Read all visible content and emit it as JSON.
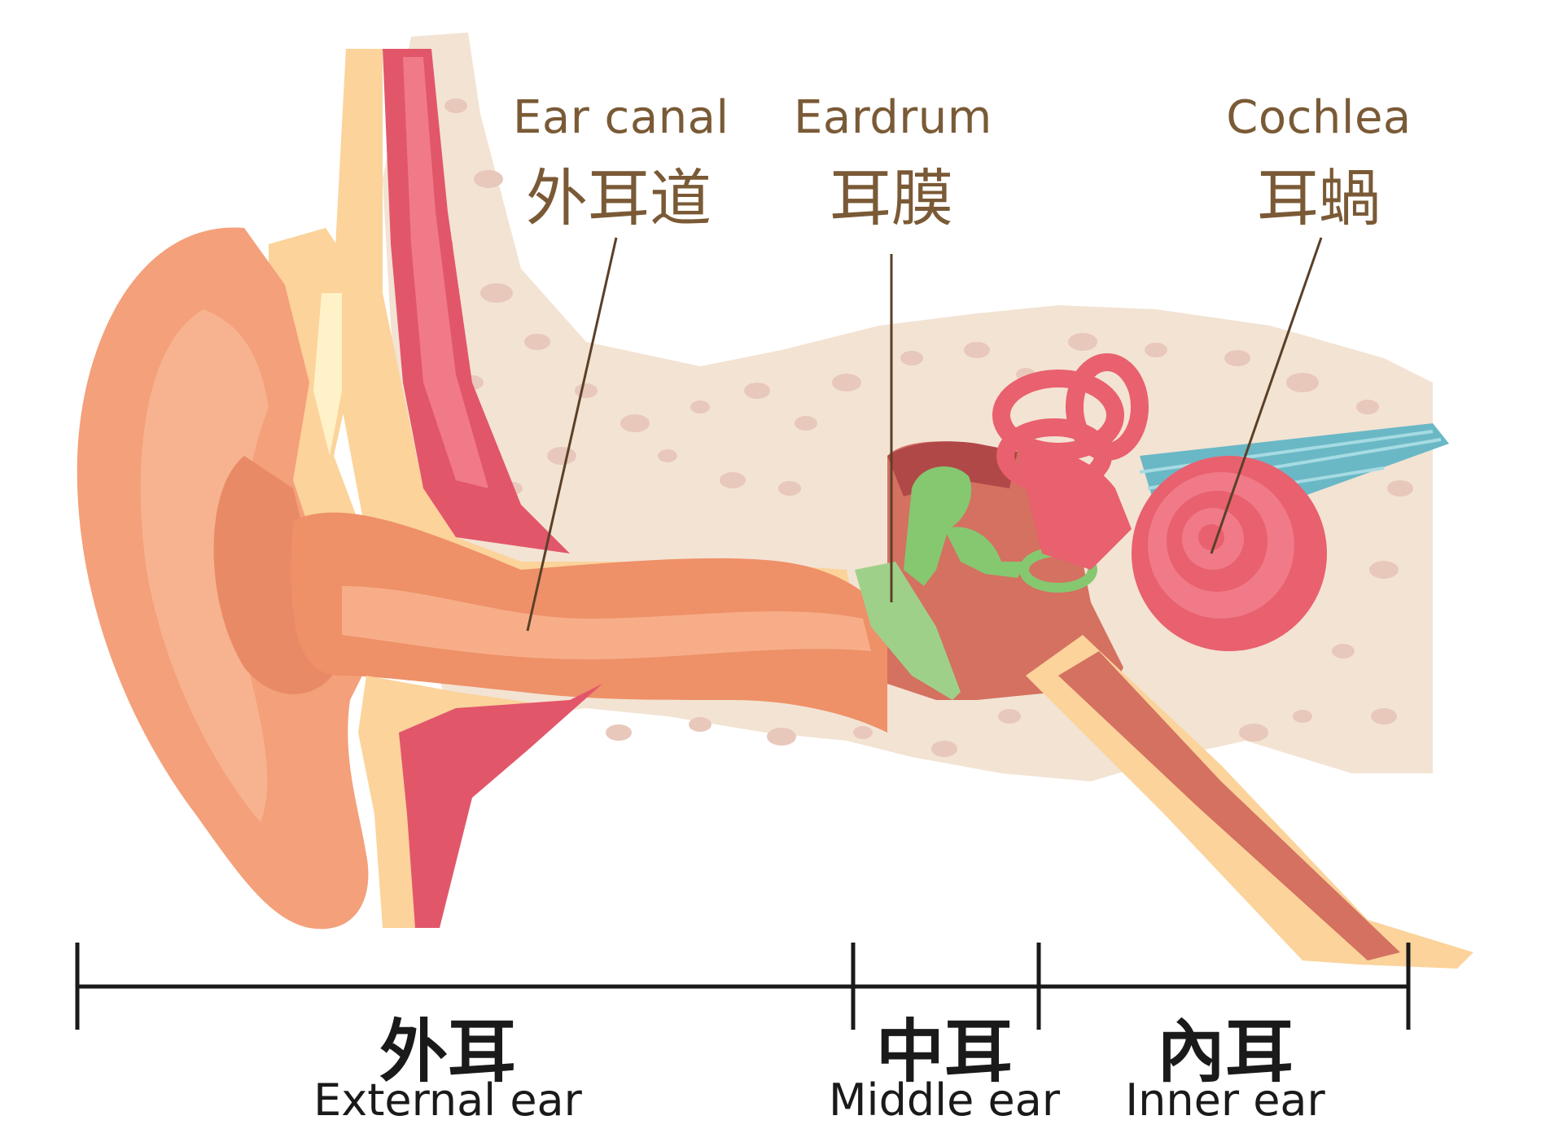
{
  "labels": {
    "ear_canal": {
      "en": "Ear canal",
      "zh": "外耳道"
    },
    "eardrum": {
      "en": "Eardrum",
      "zh": "耳膜"
    },
    "cochlea": {
      "en": "Cochlea",
      "zh": "耳蝸"
    }
  },
  "sections": {
    "external": {
      "zh": "外耳",
      "en": "External ear"
    },
    "middle": {
      "zh": "中耳",
      "en": "Middle ear"
    },
    "inner": {
      "zh": "內耳",
      "en": "Inner ear"
    }
  },
  "colors": {
    "bone": "#f3e3d3",
    "bone_pore": "#e6c5b8",
    "skin": "#f4a07a",
    "skin_dark": "#e98a66",
    "cartilage": "#fbd39b",
    "muscle": "#e2566a",
    "muscle_light": "#f48593",
    "eardrum": "#9fd08a",
    "ossicle": "#85c870",
    "cochlea": "#e9606e",
    "nerve": "#6ab8c5",
    "cavity": "#b14848",
    "label_brown": "#7a5a36"
  }
}
